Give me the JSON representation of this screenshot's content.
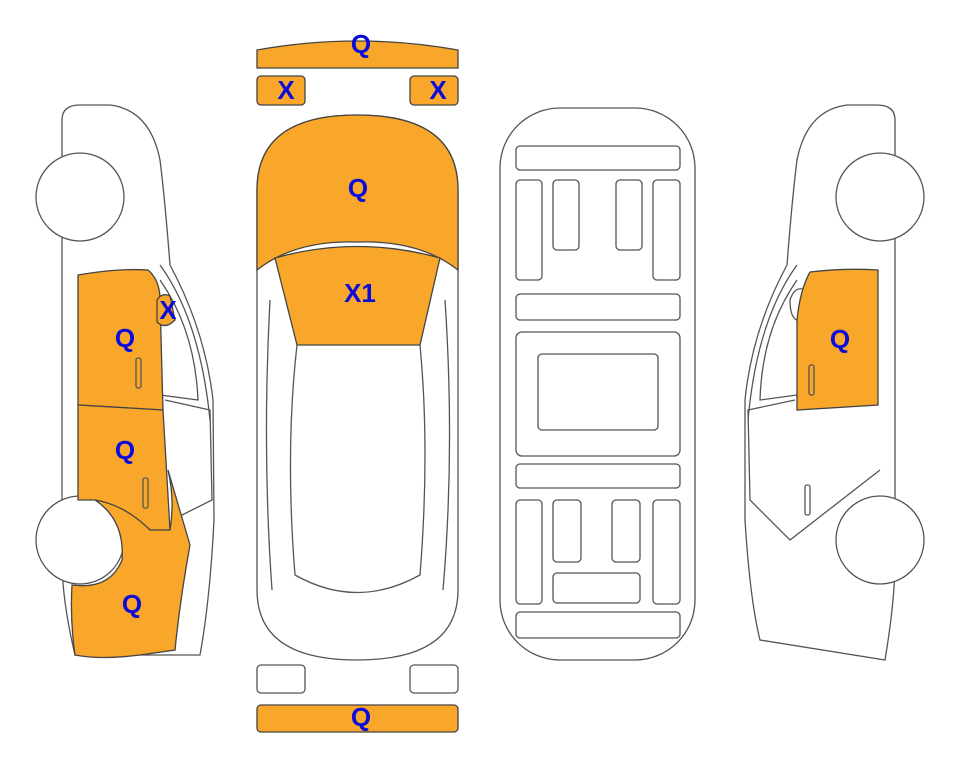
{
  "colors": {
    "damage": "#F9A72B",
    "label": "#0B0BDB",
    "outline": "#555555"
  },
  "labels": {
    "front_bumper": "Q",
    "left_headlight": "X",
    "right_headlight": "X",
    "hood": "Q",
    "windshield": "X1",
    "left_mirror": "X",
    "left_front_door": "Q",
    "left_rear_door": "Q",
    "left_rear_quarter": "Q",
    "right_front_door": "Q",
    "rear_bumper": "Q"
  }
}
